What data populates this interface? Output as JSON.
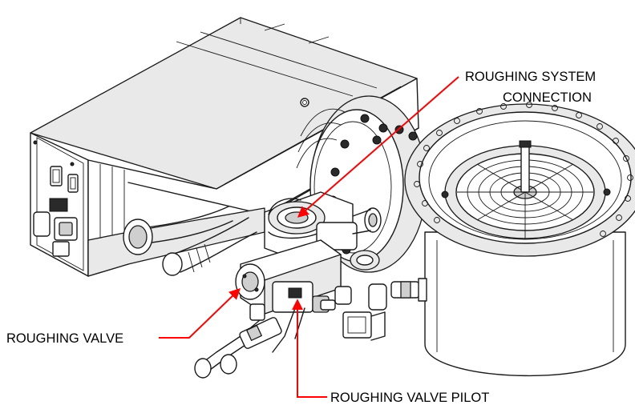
{
  "labels": {
    "roughing_system_connection_line1": "ROUGHING SYSTEM",
    "roughing_system_connection_line2": "CONNECTION",
    "roughing_valve": "ROUGHING VALVE",
    "roughing_valve_pilot": "ROUGHING VALVE PILOT"
  },
  "colors": {
    "leader": "#ff0000",
    "outline": "#1a1a1a",
    "background": "#ffffff"
  }
}
